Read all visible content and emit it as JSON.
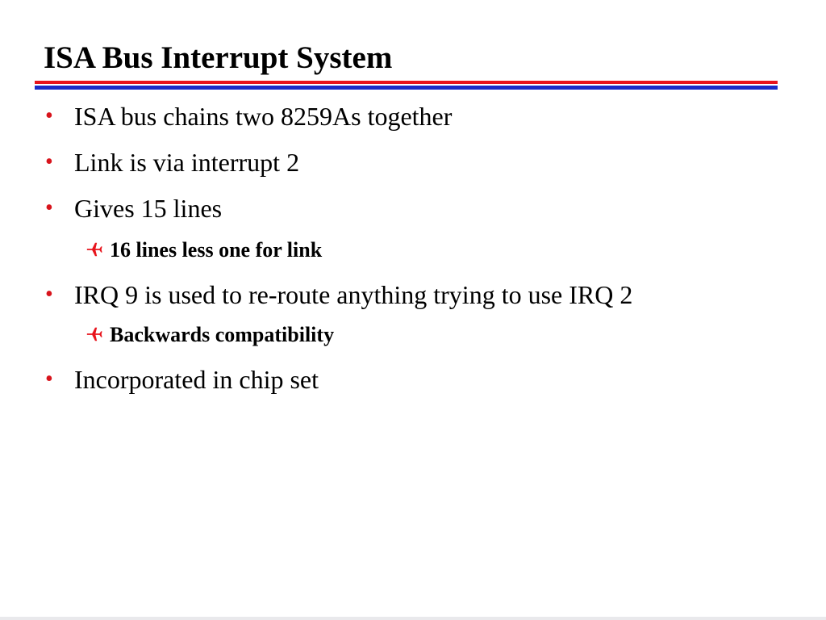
{
  "slide": {
    "title": "ISA Bus Interrupt System",
    "bullets": [
      {
        "text": "ISA bus chains two 8259As together"
      },
      {
        "text": "Link is via interrupt 2"
      },
      {
        "text": "Gives 15 lines",
        "sub": "16 lines less one for link"
      },
      {
        "text": "IRQ 9 is used to re-route anything trying to use IRQ 2",
        "sub": "Backwards compatibility"
      },
      {
        "text": "Incorporated in chip set"
      }
    ]
  },
  "colors": {
    "title_rule_red": "#e8141c",
    "title_rule_blue": "#1a2cc8",
    "bullet": "#d8141c",
    "sub_arrow": "#e8141c"
  },
  "icons": {
    "bullet": "round-bullet-icon",
    "sub_bullet": "airplane-arrow-icon"
  }
}
